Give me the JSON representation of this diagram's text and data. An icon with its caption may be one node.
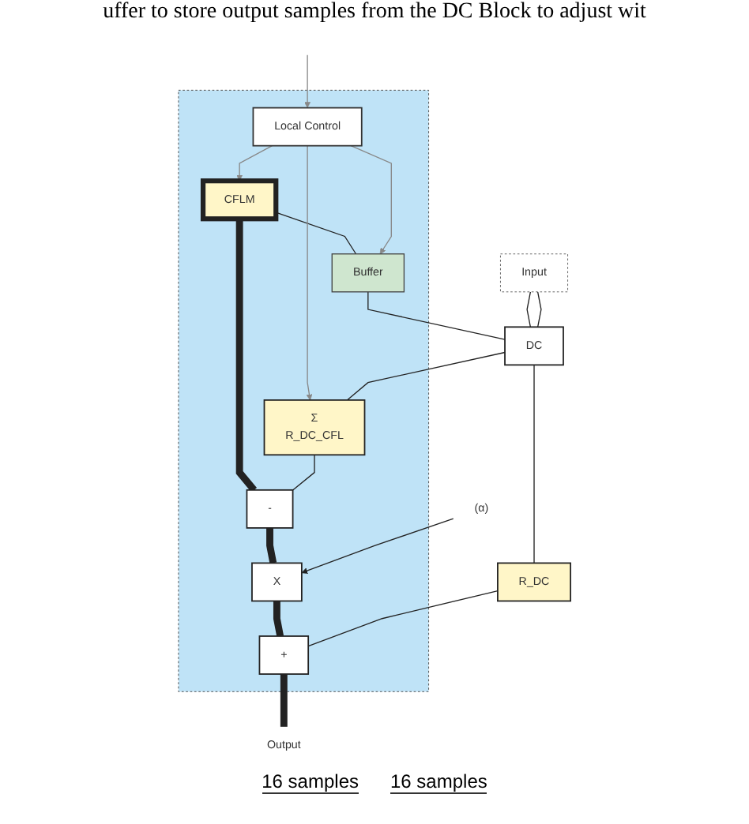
{
  "diagram": {
    "nodes": [
      {
        "text": [],
        "shape": "box"
      },
      {
        "text": [
          "CFLM"
        ],
        "in": 0
      },
      {
        "text": [
          "Buffer"
        ],
        "in": 0
      },
      {
        "text": [
          "Local Control"
        ],
        "in": 0
      },
      {
        "text": [
          "-"
        ],
        "in": 0
      },
      {
        "text": [
          "Σ",
          "R_DC_CFL"
        ],
        "in": 0
      },
      {
        "text": [
          "X"
        ],
        "in": 0
      },
      {
        "text": [
          "+"
        ],
        "in": 0
      },
      {
        "text": [
          "Input"
        ]
      },
      {
        "text": [
          "DC"
        ]
      },
      {
        "text": [
          "(α)"
        ]
      },
      {
        "text": [
          "R_DC"
        ]
      },
      {
        "text": [
          "Output"
        ]
      }
    ],
    "edges": [
      {
        "from": 8,
        "to": 9,
        "arrow": "none"
      },
      {
        "from": 8,
        "to": 9,
        "arrow": "none"
      },
      {
        "from": 1,
        "to": 2,
        "arrow": "none"
      },
      {
        "from": 2,
        "to": 9,
        "arrow": "none"
      },
      {
        "from": null,
        "to": 3,
        "arrow": "to",
        "color": "#888888"
      },
      {
        "from": 3,
        "to": 1,
        "arrow": "to",
        "color": "#888888"
      },
      {
        "from": 3,
        "to": 2,
        "arrow": "to",
        "color": "#888888"
      },
      {
        "from": 3,
        "to": 5,
        "arrow": "to",
        "color": "#888888"
      },
      {
        "from": 1,
        "to": 4,
        "arrow": "none",
        "style": "thick"
      },
      {
        "from": 5,
        "to": 4,
        "arrow": "none"
      },
      {
        "from": 9,
        "to": 5,
        "arrow": "none"
      },
      {
        "from": 4,
        "to": 6,
        "arrow": "none",
        "style": "thick"
      },
      {
        "from": 10,
        "to": 6,
        "arrow": "to"
      },
      {
        "from": 6,
        "to": 7,
        "arrow": "none",
        "style": "thick"
      },
      {
        "from": 9,
        "to": 11,
        "arrow": "none"
      },
      {
        "from": 11,
        "to": 7,
        "arrow": "none"
      },
      {
        "from": 7,
        "to": 12,
        "arrow": "none",
        "style": "thick"
      }
    ],
    "labels": [
      "uffer to store output samples from the DC Block to adjust wit",
      "16 samples",
      "16 samples"
    ]
  }
}
